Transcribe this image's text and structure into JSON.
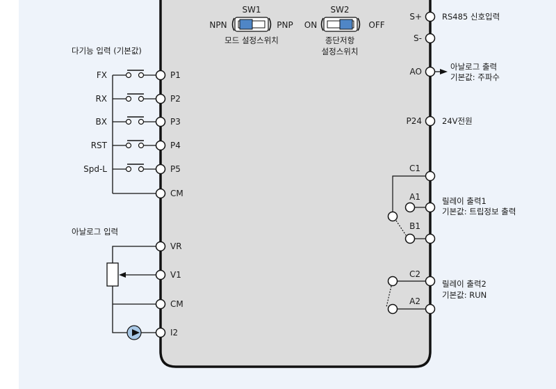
{
  "diagram": {
    "title_left_digital": "다기능 입력 (기본값)",
    "title_left_analog": "아날로그 입력",
    "colors": {
      "panel_fill": "#dcdcdc",
      "background": "#eef3fa",
      "switch_knob": "#4f86c6",
      "current_source": "#a9c8e6",
      "line": "#111111"
    },
    "switches": [
      {
        "id": "SW1",
        "title": "SW1",
        "left_label": "NPN",
        "right_label": "PNP",
        "position": "left",
        "caption_lines": [
          "모드 설정스위치"
        ]
      },
      {
        "id": "SW2",
        "title": "SW2",
        "left_label": "ON",
        "right_label": "OFF",
        "position": "right",
        "caption_lines": [
          "종단저항",
          "설정스위치"
        ]
      }
    ],
    "digital_inputs": [
      {
        "signal": "FX",
        "terminal": "P1"
      },
      {
        "signal": "RX",
        "terminal": "P2"
      },
      {
        "signal": "BX",
        "terminal": "P3"
      },
      {
        "signal": "RST",
        "terminal": "P4"
      },
      {
        "signal": "Spd-L",
        "terminal": "P5"
      }
    ],
    "digital_common": "CM",
    "analog_terminals": [
      "VR",
      "V1",
      "CM",
      "I2"
    ],
    "right_terminals": [
      {
        "terminal": "S+",
        "desc_lines": [
          "RS485 신호입력"
        ]
      },
      {
        "terminal": "S-",
        "desc_lines": []
      },
      {
        "terminal": "AO",
        "desc_lines": [
          "아날로그 출력",
          "기본값: 주파수"
        ]
      },
      {
        "terminal": "P24",
        "desc_lines": [
          "24V전원"
        ]
      }
    ],
    "relay1": {
      "terminals": [
        "C1",
        "A1",
        "B1"
      ],
      "desc_lines": [
        "릴레이 출력1",
        "기본값: 트립정보 출력"
      ]
    },
    "relay2": {
      "terminals": [
        "C2",
        "A2"
      ],
      "desc_lines": [
        "릴레이 출력2",
        "기본값: RUN"
      ]
    }
  }
}
